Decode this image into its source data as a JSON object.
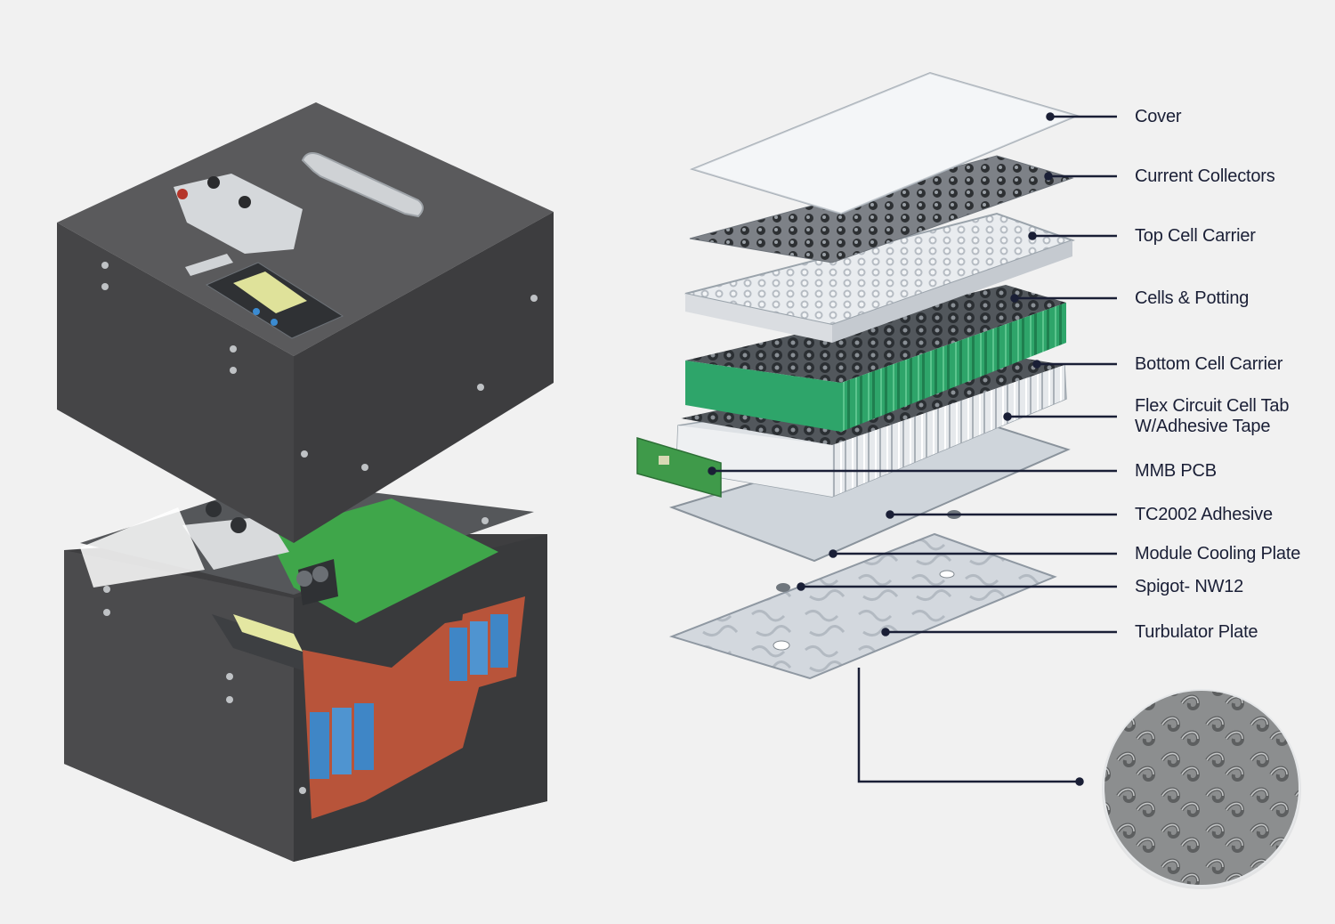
{
  "labels": {
    "cover": "Cover",
    "current_collectors": "Current Collectors",
    "top_cell_carrier": "Top Cell Carrier",
    "cells_potting": "Cells & Potting",
    "bottom_cell_carrier": "Bottom Cell Carrier",
    "flex_circuit_line1": "Flex Circuit Cell Tab",
    "flex_circuit_line2": "W/Adhesive Tape",
    "mmb_pcb": "MMB PCB",
    "tc2002_adhesive": "TC2002 Adhesive",
    "module_cooling_plate": "Module Cooling Plate",
    "spigot": "Spigot- NW12",
    "turbulator_plate": "Turbulator Plate"
  },
  "colors": {
    "background": "#f1f1f1",
    "leader_line": "#1a1f36",
    "box_dark": "#4a4a4a",
    "cell_green": "#2ea56a",
    "cell_blue": "#3f86c6",
    "busbar_red": "#b8543a",
    "pcb_green": "#3fa64a"
  }
}
